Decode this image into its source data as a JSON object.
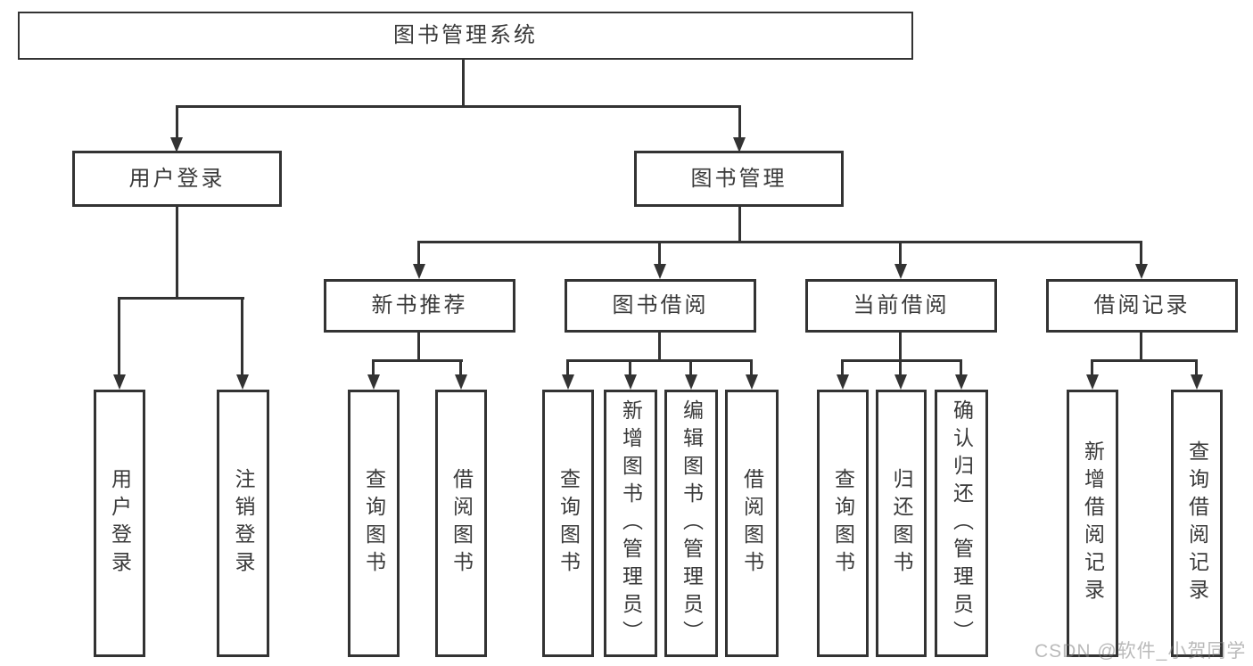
{
  "diagram": {
    "root": {
      "label": "图书管理系统"
    },
    "level2": [
      {
        "label": "用户登录"
      },
      {
        "label": "图书管理"
      }
    ],
    "level3": [
      {
        "label": "新书推荐"
      },
      {
        "label": "图书借阅"
      },
      {
        "label": "当前借阅"
      },
      {
        "label": "借阅记录"
      }
    ],
    "leaves": {
      "user_login": [
        {
          "label": "用户登录"
        },
        {
          "label": "注销登录"
        }
      ],
      "new_book": [
        {
          "label": "查询图书"
        },
        {
          "label": "借阅图书"
        }
      ],
      "book_borrow": [
        {
          "label": "查询图书"
        },
        {
          "label": "新增图书（管理员）"
        },
        {
          "label": "编辑图书（管理员）"
        },
        {
          "label": "借阅图书"
        }
      ],
      "current_borrow": [
        {
          "label": "查询图书"
        },
        {
          "label": "归还图书"
        },
        {
          "label": "确认归还（管理员）"
        }
      ],
      "borrow_record": [
        {
          "label": "新增借阅记录"
        },
        {
          "label": "查询借阅记录"
        }
      ]
    },
    "watermark": "CSDN @软件_小贺同学",
    "colors": {
      "line": "#333333",
      "text": "#3a3a3a",
      "background": "#ffffff",
      "watermark": "#c0c0c0"
    }
  }
}
